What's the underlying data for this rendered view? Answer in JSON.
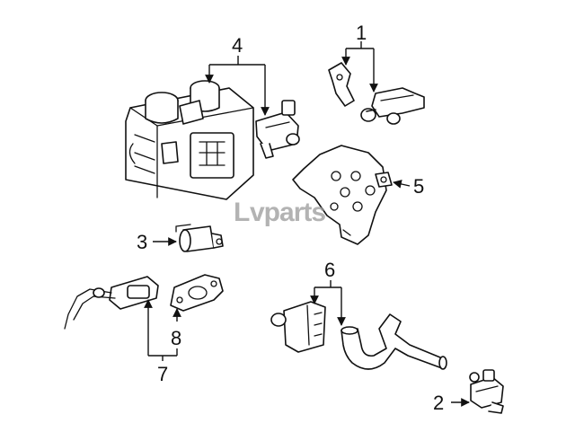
{
  "callouts": {
    "c1": "1",
    "c2": "2",
    "c3": "3",
    "c4": "4",
    "c5": "5",
    "c6": "6",
    "c7": "7",
    "c8": "8"
  },
  "watermark": {
    "brand": "vparts",
    "logo_mark": "L"
  },
  "colors": {
    "line": "#111111",
    "watermark": "#9a9a9a",
    "background": "#ffffff"
  }
}
